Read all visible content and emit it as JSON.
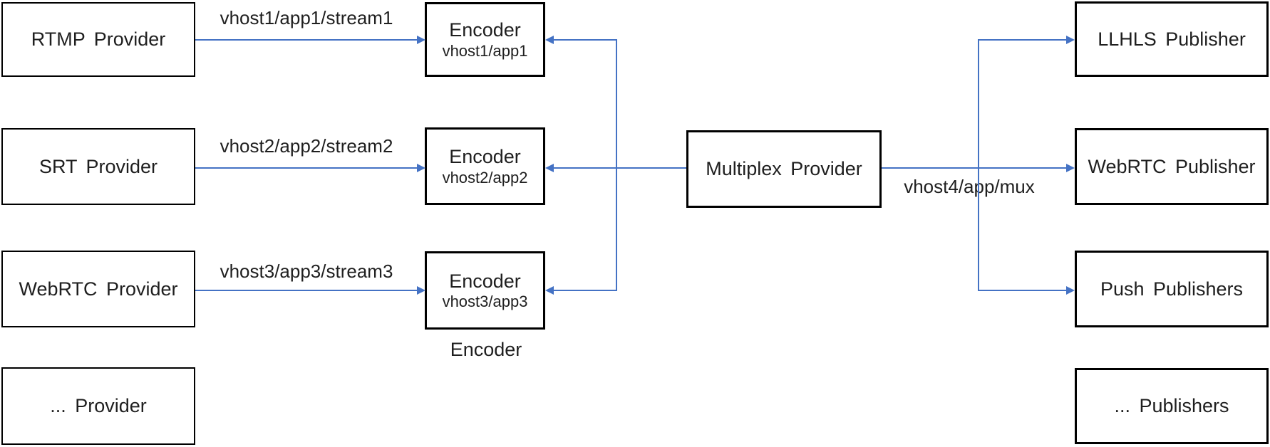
{
  "colors": {
    "connector_blue": "#4472C4",
    "box_border": "#000000",
    "text": "#1f1f1f",
    "background": "#ffffff"
  },
  "providers": [
    {
      "label": "RTMP Provider"
    },
    {
      "label": "SRT Provider"
    },
    {
      "label": "WebRTC Provider"
    },
    {
      "label": "... Provider"
    }
  ],
  "encoders": [
    {
      "title": "Encoder",
      "subtitle": "vhost1/app1"
    },
    {
      "title": "Encoder",
      "subtitle": "vhost2/app2"
    },
    {
      "title": "Encoder",
      "subtitle": "vhost3/app3"
    }
  ],
  "encoder_caption": "Encoder",
  "multiplex": {
    "label": "Multiplex Provider"
  },
  "publishers": [
    {
      "label": "LLHLS Publisher"
    },
    {
      "label": "WebRTC Publisher"
    },
    {
      "label": "Push Publishers"
    },
    {
      "label": "... Publishers"
    }
  ],
  "edges": [
    {
      "from": "RTMP Provider",
      "to": "Encoder vhost1/app1",
      "label": "vhost1/app1/stream1"
    },
    {
      "from": "SRT Provider",
      "to": "Encoder vhost2/app2",
      "label": "vhost2/app2/stream2"
    },
    {
      "from": "WebRTC Provider",
      "to": "Encoder vhost3/app3",
      "label": "vhost3/app3/stream3"
    },
    {
      "from": "Multiplex Provider",
      "to": "Encoder vhost1/app1",
      "label": ""
    },
    {
      "from": "Multiplex Provider",
      "to": "Encoder vhost2/app2",
      "label": ""
    },
    {
      "from": "Multiplex Provider",
      "to": "Encoder vhost3/app3",
      "label": ""
    },
    {
      "from": "Multiplex Provider",
      "to": "LLHLS Publisher",
      "label": "vhost4/app/mux"
    },
    {
      "from": "Multiplex Provider",
      "to": "WebRTC Publisher",
      "label": ""
    },
    {
      "from": "Multiplex Provider",
      "to": "Push Publishers",
      "label": ""
    }
  ]
}
